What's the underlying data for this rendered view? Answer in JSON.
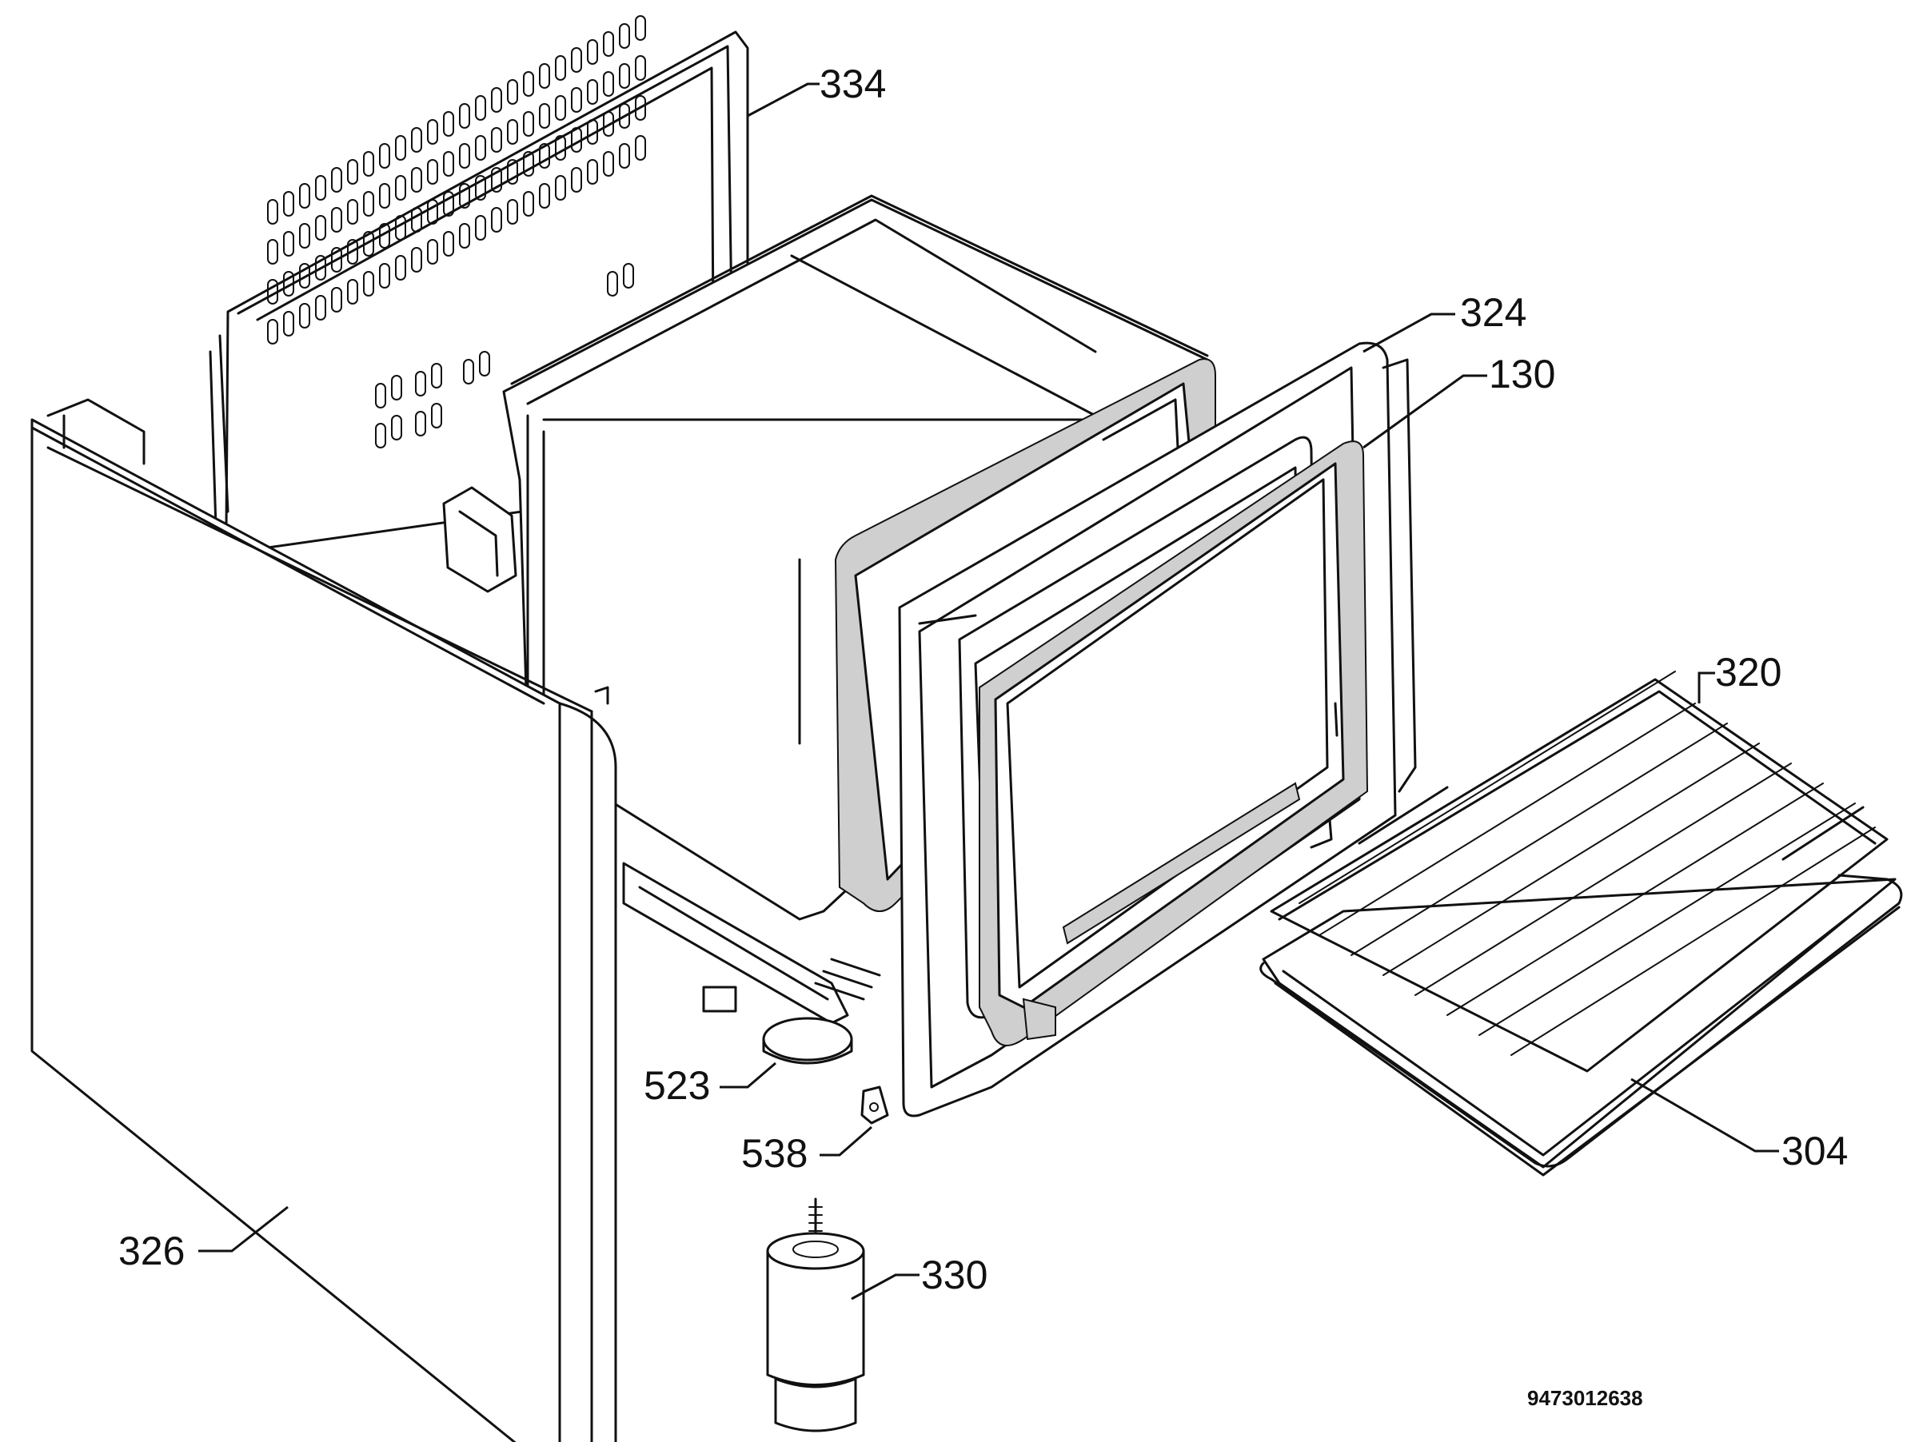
{
  "diagram": {
    "document_code": "9473012638",
    "parts": [
      {
        "id": "334"
      },
      {
        "id": "324"
      },
      {
        "id": "130"
      },
      {
        "id": "320"
      },
      {
        "id": "304"
      },
      {
        "id": "523"
      },
      {
        "id": "538"
      },
      {
        "id": "326"
      },
      {
        "id": "330"
      }
    ]
  }
}
